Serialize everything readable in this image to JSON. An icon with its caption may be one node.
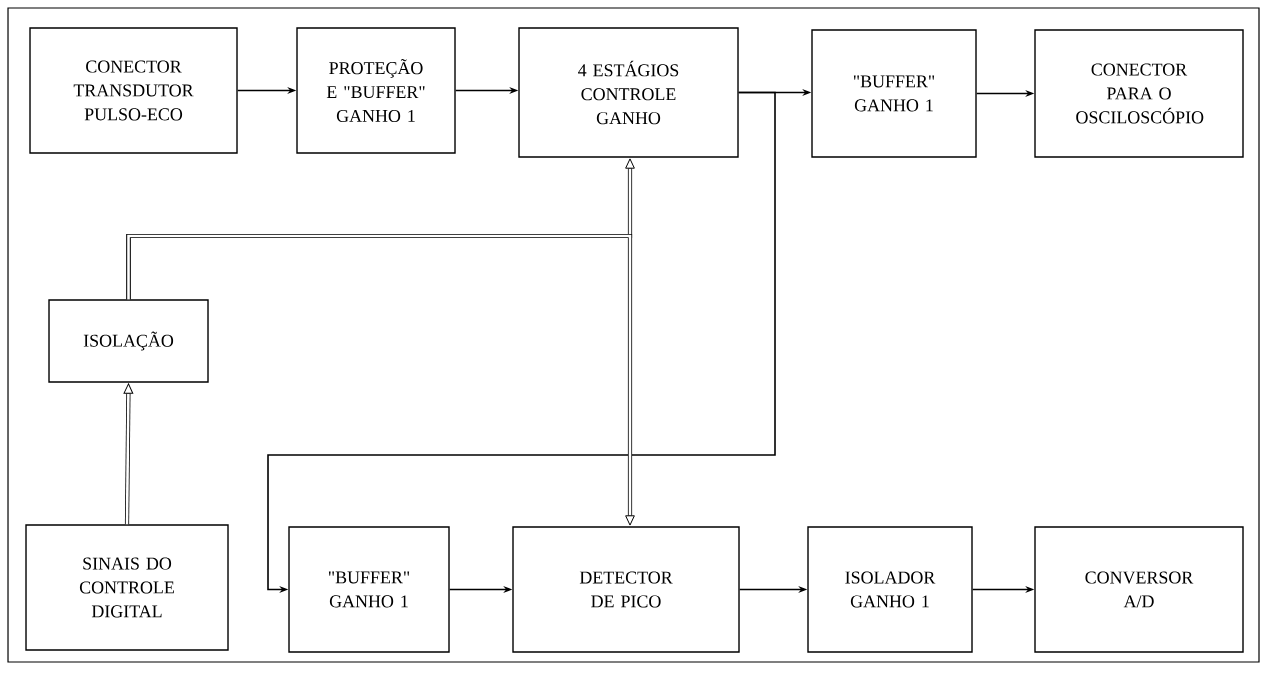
{
  "diagram": {
    "nodes": [
      {
        "text": [
          "CONECTOR TRANSDUTOR PULSO-ECO"
        ]
      },
      {
        "text": [
          "PROTEÇÃO E \"BUFFER\" GANHO 1"
        ]
      },
      {
        "text": [
          "4 ESTÁGIOS CONTROLE GANHO"
        ]
      },
      {
        "text": [
          "\"BUFFER\" GANHO 1"
        ]
      },
      {
        "text": [
          "CONECTOR PARA O OSCILOSCÓPIO"
        ]
      },
      {
        "text": [
          "ISOLAÇÃO"
        ]
      },
      {
        "text": [
          "SINAIS DO CONTROLE DIGITAL"
        ]
      },
      {
        "text": [
          "\"BUFFER\" GANHO 1"
        ]
      },
      {
        "text": [
          "DETECTOR DE PICO"
        ]
      },
      {
        "text": [
          "ISOLADOR GANHO 1"
        ]
      },
      {
        "text": [
          "CONVERSOR A/D"
        ]
      }
    ],
    "edges": [
      {
        "from": 0,
        "to": 1,
        "arrow": "to"
      },
      {
        "from": 1,
        "to": 2,
        "arrow": "to"
      },
      {
        "from": 2,
        "to": 3,
        "arrow": "to"
      },
      {
        "from": 3,
        "to": 4,
        "arrow": "to"
      },
      {
        "from": 2,
        "to": 7,
        "arrow": "to"
      },
      {
        "from": 6,
        "to": 5,
        "arrow": "to",
        "style": "thick"
      },
      {
        "from": 5,
        "to": 2,
        "arrow": "to",
        "style": "thick"
      },
      {
        "from": 5,
        "to": 8,
        "arrow": "to",
        "style": "thick"
      },
      {
        "from": 7,
        "to": 8,
        "arrow": "to"
      },
      {
        "from": 8,
        "to": 9,
        "arrow": "to"
      },
      {
        "from": 9,
        "to": 10,
        "arrow": "to"
      }
    ]
  }
}
